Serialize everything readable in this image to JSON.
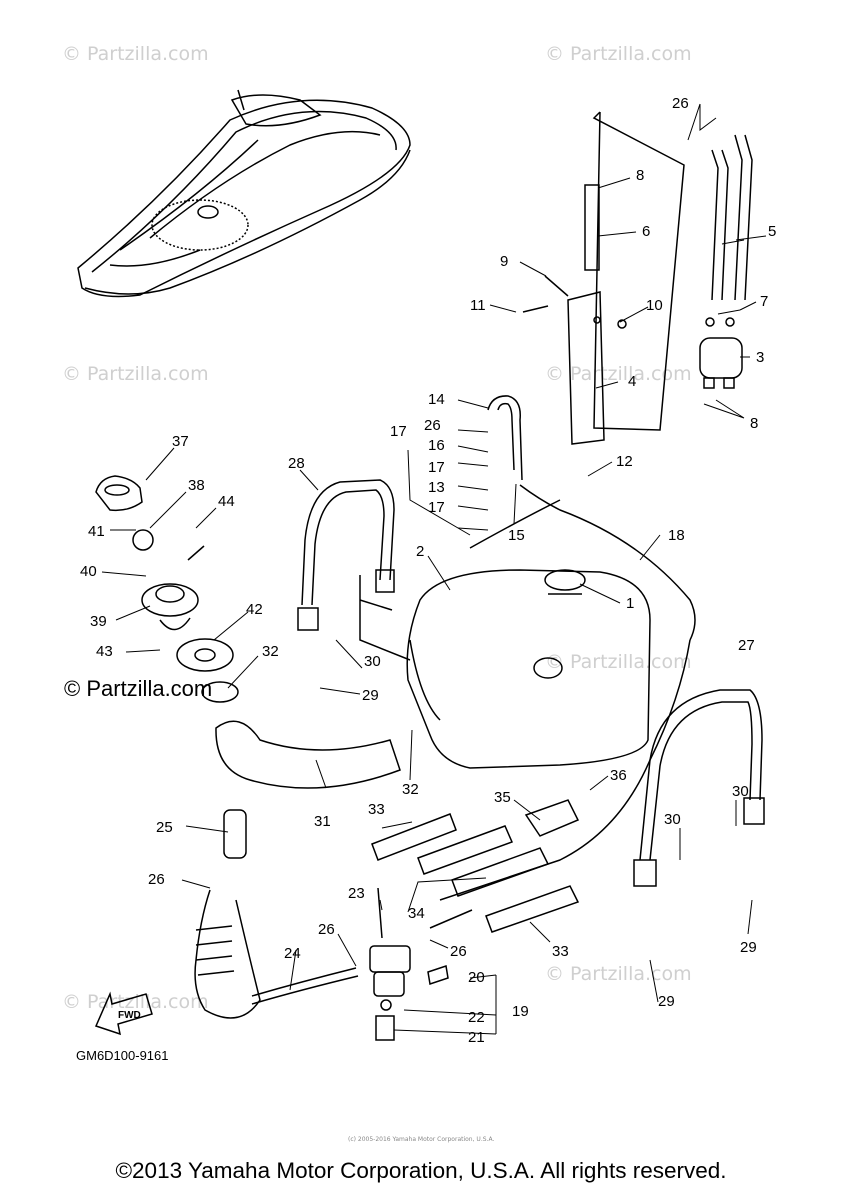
{
  "watermark_text": "© Partzilla.com",
  "diagram_code": "GM6D100-9161",
  "fwd_label": "FWD",
  "fine_print": "(c) 2005-2016 Yamaha Motor Corporation, U.S.A.",
  "copyright": "©2013 Yamaha Motor Corporation, U.S.A. All rights reserved.",
  "callouts": [
    "1",
    "2",
    "3",
    "4",
    "5",
    "6",
    "7",
    "8",
    "9",
    "10",
    "11",
    "12",
    "13",
    "14",
    "15",
    "16",
    "17",
    "18",
    "19",
    "20",
    "21",
    "22",
    "23",
    "24",
    "25",
    "26",
    "27",
    "28",
    "29",
    "30",
    "31",
    "32",
    "33",
    "34",
    "35",
    "36",
    "37",
    "38",
    "39",
    "40",
    "41",
    "42",
    "43",
    "44"
  ]
}
